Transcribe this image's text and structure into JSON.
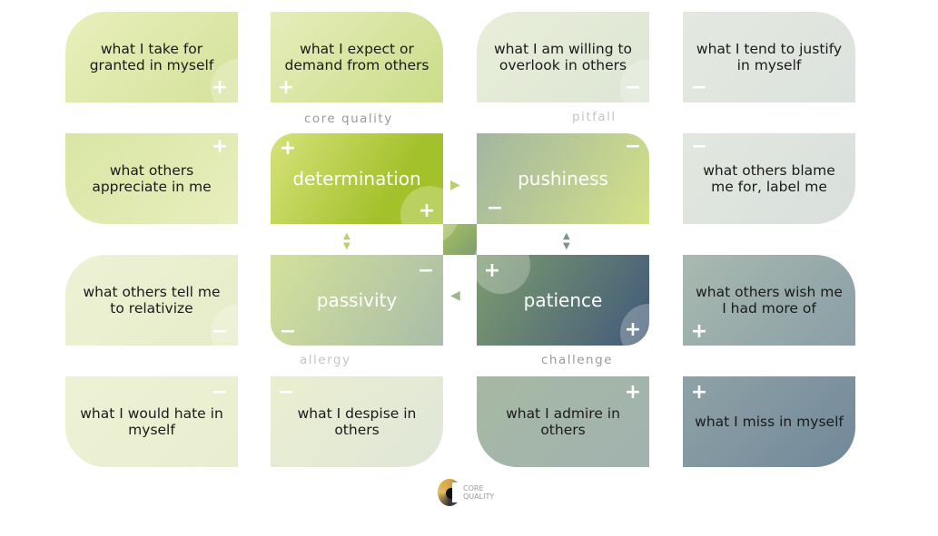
{
  "quadrant": {
    "core_quality": {
      "label": "core quality",
      "word": "determination"
    },
    "pitfall": {
      "label": "pitfall",
      "word": "pushiness"
    },
    "allergy": {
      "label": "allergy",
      "word": "passivity"
    },
    "challenge": {
      "label": "challenge",
      "word": "patience"
    }
  },
  "outer": {
    "tl1": "what I take for granted in myself",
    "tl2": "what I expect or demand from others",
    "tl3": "what others appreciate in me",
    "tr1": "what I am willing to overlook in others",
    "tr2": "what I tend to justify in myself",
    "tr3": "what others blame me for, label me",
    "bl1": "what others tell me to relativize",
    "bl2": "what I would hate in myself",
    "bl3": "what I despise in others",
    "br1": "what others wish me I had more of",
    "br2": "what I admire in others",
    "br3": "what I miss in myself"
  },
  "signs": {
    "plus": "+",
    "minus": "−"
  },
  "logo": {
    "text": "CORE QUALITY"
  },
  "colors": {
    "core": "#a3c12b",
    "pitfall": "#b4c797",
    "allergy": "#cbdc98",
    "challenge": "#4a6478"
  }
}
